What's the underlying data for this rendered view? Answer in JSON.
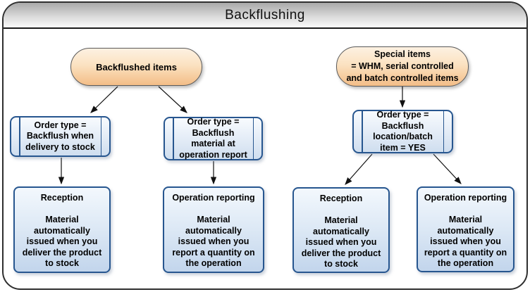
{
  "header": {
    "title": "Backflushing"
  },
  "colors": {
    "header_gradient_top": "#a9a9a9",
    "header_gradient_bottom": "#fbfbfb",
    "pill_gradient_top": "#fdf1e2",
    "pill_gradient_bottom": "#f3bd87",
    "box_border_blue": "#27568f",
    "box_gradient_top": "#f3f8fd",
    "box_gradient_bottom": "#c2d5ec",
    "arrow": "#111111",
    "frame_border": "#2f2f2f"
  },
  "nodes": {
    "backflushed_pill": {
      "label": "Backflushed items"
    },
    "special_pill": {
      "label": "Special items\n= WHM, serial controlled\nand batch controlled items"
    },
    "order_type_1": {
      "label": "Order type =\nBackflush when\ndelivery to stock"
    },
    "order_type_2": {
      "label": "Order type =\nBackflush\nmaterial at\noperation report"
    },
    "order_type_3": {
      "label": "Order type =\nBackflush\nlocation/batch\nitem = YES"
    },
    "reception_1": {
      "title": "Reception",
      "body": "Material\nautomatically\nissued when you\ndeliver the product\nto stock"
    },
    "operation_reporting_1": {
      "title": "Operation reporting",
      "body": "Material\nautomatically\nissued when you\nreport a quantity on\nthe operation"
    },
    "reception_2": {
      "title": "Reception",
      "body": "Material\nautomatically\nissued when you\ndeliver the product\nto stock"
    },
    "operation_reporting_2": {
      "title": "Operation reporting",
      "body": "Material\nautomatically\nissued when you\nreport a quantity on\nthe operation"
    }
  }
}
